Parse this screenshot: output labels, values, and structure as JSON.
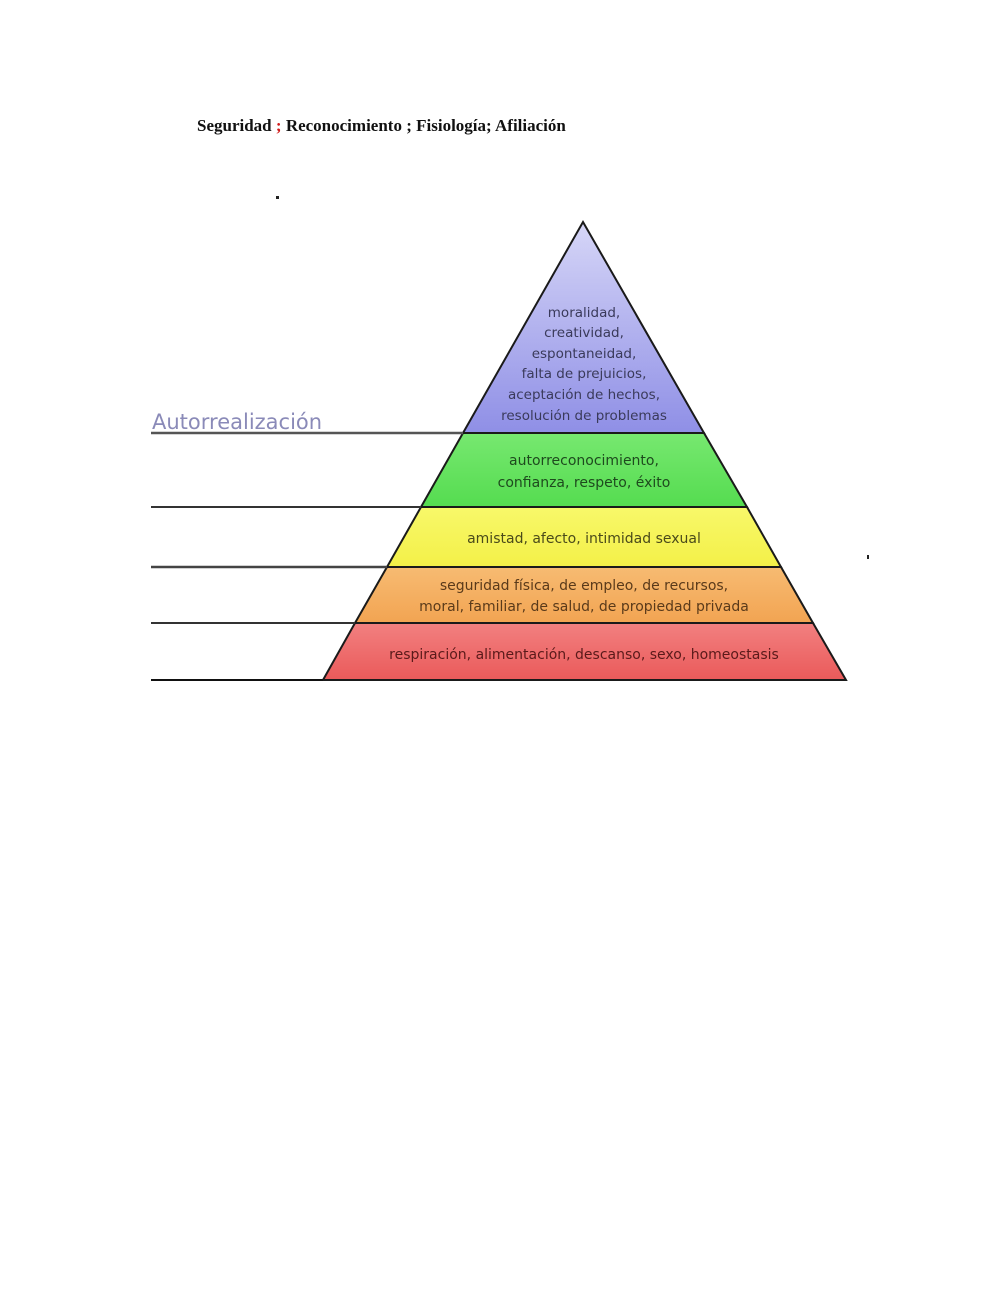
{
  "header": {
    "items": [
      "Seguridad",
      "Reconocimiento",
      "Fisiología",
      "Afiliación"
    ],
    "separators": [
      " ; ",
      " ; ",
      "; "
    ],
    "separator_colors": [
      "#d11a1a",
      "#111111",
      "#111111"
    ]
  },
  "diagram": {
    "left_label": "Autorrealización",
    "left_label_color": "#8a8ab8",
    "levels": [
      {
        "name": "autorrealizacion",
        "color": "#a9a9ee",
        "text_color": "#3a3a5a",
        "lines": [
          "moralidad,",
          "creatividad,",
          "espontaneidad,",
          "falta de prejuicios,",
          "aceptación de hechos,",
          "resolución de problemas"
        ]
      },
      {
        "name": "reconocimiento",
        "color": "#5fe05a",
        "text_color": "#1e4a1e",
        "lines": [
          "autorreconocimiento,",
          "confianza, respeto, éxito"
        ]
      },
      {
        "name": "afiliacion",
        "color": "#f7f55a",
        "text_color": "#4a4a1a",
        "lines": [
          "amistad, afecto, intimidad sexual"
        ]
      },
      {
        "name": "seguridad",
        "color": "#f5b060",
        "text_color": "#5a3a1a",
        "lines": [
          "seguridad física, de empleo, de recursos,",
          "moral, familiar, de salud, de propiedad privada"
        ]
      },
      {
        "name": "fisiologia",
        "color": "#ef6a6a",
        "text_color": "#5a1a1a",
        "lines": [
          "respiración, alimentación, descanso, sexo, homeostasis"
        ]
      }
    ]
  }
}
